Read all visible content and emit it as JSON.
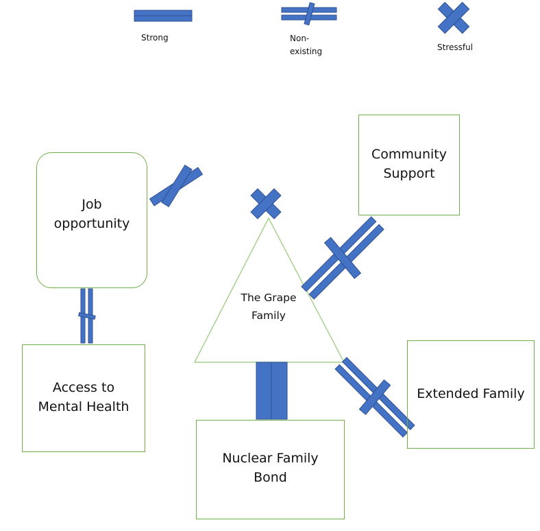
{
  "colors": {
    "connector_fill": "#4472c4",
    "connector_stroke": "#2f528f",
    "node_border": "#70ad47",
    "text": "#111111"
  },
  "legend": [
    {
      "type": "strong",
      "icon": "double-bar-icon",
      "label_lines": [
        "Strong"
      ]
    },
    {
      "type": "non-existing",
      "icon": "broken-double-bar-icon",
      "label_lines": [
        "Non-",
        "existing"
      ]
    },
    {
      "type": "stressful",
      "icon": "x-cross-icon",
      "label_lines": [
        "Stressful"
      ]
    }
  ],
  "center": {
    "label_lines": [
      "The Grape",
      "Family"
    ]
  },
  "nodes": [
    {
      "id": "job-opportunity",
      "label_lines": [
        "Job",
        "opportunity"
      ]
    },
    {
      "id": "access-mental-health",
      "label_lines": [
        "Access to",
        "Mental Health"
      ]
    },
    {
      "id": "community-support",
      "label_lines": [
        "Community",
        "Support"
      ]
    },
    {
      "id": "extended-family",
      "label_lines": [
        "Extended Family"
      ]
    },
    {
      "id": "nuclear-family-bond",
      "label_lines": [
        "Nuclear Family",
        "Bond"
      ]
    }
  ],
  "connections": [
    {
      "from": "job-opportunity",
      "to": "center",
      "type": "stressful"
    },
    {
      "from": "job-opportunity",
      "to": "access-mental-health",
      "type": "non-existing"
    },
    {
      "from": "center",
      "to": "center-apex",
      "type": "stressful"
    },
    {
      "from": "center",
      "to": "community-support",
      "type": "non-existing"
    },
    {
      "from": "center",
      "to": "extended-family",
      "type": "non-existing"
    },
    {
      "from": "center",
      "to": "nuclear-family-bond",
      "type": "strong"
    }
  ]
}
